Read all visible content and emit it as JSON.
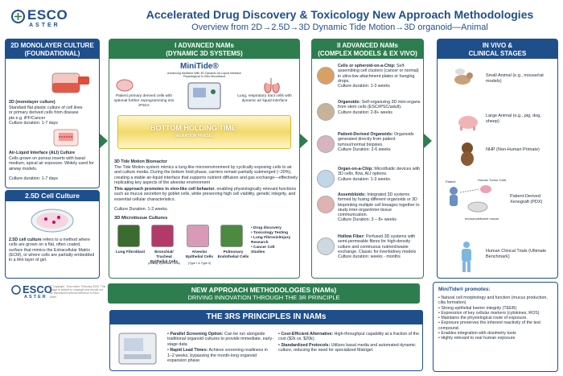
{
  "brand": {
    "name": "ESCO",
    "sub": "ASTER",
    "color": "#1f4f8b",
    "accent": "#2e7d4f"
  },
  "header": {
    "title": "Accelerated Drug Discovery & Toxicology New Approach Methodologies",
    "subtitle": "Overview from 2D→2.5D→3D Dynamic Tide Motion→3D organoid—Animal"
  },
  "col1": {
    "title": "2D MONOLAYER CULTURE",
    "title2": "(FOUNDATIONAL)",
    "mono_title": "2D (monolayer culture)",
    "mono_text": "Standard flat plastic culture of cell lines or primary derived cells from disease pts e.g. iPF/Cancer",
    "mono_dur": "Culture duration: 1-7 days",
    "ali_title": "Air-Liquid Interface (ALI) Culture",
    "ali_text": "Cells grown on porous inserts with basal medium, apical air exposure. Widely used for airway models.",
    "ali_dur": "Culture duration: 1-7 days",
    "c25_title": "2.5D Cell Culture",
    "c25_bold": "2.5D cell culture",
    "c25_text": " refers to a method where cells are grown on a flat, often coated, surface that mimics the Extracellular Matrix (ECM), or where cells are partially embedded in a thin layer of gel."
  },
  "col2": {
    "title": "I ADVANCED NAMs",
    "title2": "(DYNAMIC 3D SYSTEMS)",
    "minitide": "MiniTide®",
    "minitide_sub": "Advancing Medicine With 3D Dynamic Air-Liquid Interface Physiological In-Vitro Microtissue",
    "left_cap": "Patient primary derived cells with optional further reprogramming into iPSCs",
    "right_cap": "Lung, respiratory tract cells with dynamic air liquid interface",
    "band_t1": "BOTTOM HOLDING TIME",
    "band_t2": "(AERATION PHASE)",
    "tide_title": "3D Tide Motion Bioreactor",
    "tide_text": "The Tide Motion system mimics a lung-like microenvironment by cyclically exposing cells to air and culture media. During the bottom hold phase, carriers remain partially submerged (~20%), creating a stable air-liquid interface that supports nutrient diffusion and gas exchange—effectively replicating key aspects of the alveolar environment",
    "promo_bold": "This approach promotes in vivo-like cell behavior",
    "promo_text": ", enabling physiologically relevant functions such as mucus secretion by goblet cells, while preserving high cell viability, genetic integrity, and essential cellular characteristics.",
    "promo_dur": "Culture Duration: 1-2 weeks.",
    "micro_title": "3D Microtissue Cultures",
    "micros": [
      {
        "label": "Lung Fibroblast",
        "color": "#3b6b2f"
      },
      {
        "label": "Bronchial/ Tracheal Epithelial Cells",
        "sub": "(Airway Epithelial Cells)",
        "color": "#b23a6b"
      },
      {
        "label": "Alveolar Epithelial Cells",
        "sub": "(Type I & Type II)",
        "color": "#d99ab8"
      },
      {
        "label": "Pulmonary Endothelial Cells",
        "color": "#4b8a3f"
      }
    ],
    "uses": [
      "Drug discovery",
      "Toxicology Testing",
      "Lung Fibrosis/Injury Research",
      "Cancer Cell",
      "Studies"
    ]
  },
  "col3": {
    "title": "II ADVANCED NAMs",
    "title2": "(COMPLEX MODELS & EX VIVO)",
    "items": [
      {
        "title": "Cells or spheroid-on-a-Chip:",
        "text": "Self-assembling cell clusters (cancer or normal) in ultra-low attachment plates or hanging drops.",
        "dur": "Culture duration: 1-3 weeks"
      },
      {
        "title": "Organoids:",
        "text": "Self-organizing 3D mini-organs from stem cells (ESC/iPSC/adult).",
        "dur": "Culture duration: 2-8+ weeks"
      },
      {
        "title": "Patient-Derived Organoids:",
        "text": "Organoids generated directly from patient tumour/normal biopsies.",
        "dur": "Culture Duration: 2-6 weeks"
      },
      {
        "title": "Organ-on-a-Chip:",
        "text": "Microfluidic devices with 3D cells, flow, ALI options.",
        "dur": "Culture duration: 1-3 weeks."
      },
      {
        "title": "Assembloids:",
        "text": "Integrated 3D systems formed by fusing different organoids or 3D bioprinting multiple cell lineages together to study inter-organ/inter-tissue communication.",
        "dur": "Culture Duration: 3 – 8+ weeks"
      },
      {
        "title": "Hollow Fiber:",
        "text": "Perfused 3D systems with semi-permeable fibres for high-density culture and continuous nutrient/waste exchange. Classic for liver/kidney models",
        "dur": "Culture duration: weeks - months"
      }
    ]
  },
  "col4": {
    "title": "IN VIVO &",
    "title2": "CLINICAL STAGES",
    "items": [
      {
        "label": "Small Animal (e.g., mouse/rat models)"
      },
      {
        "label": "Large Animal (e.g., pig, dog, sheep)"
      },
      {
        "label": "NHP (Non-Human Primate)"
      },
      {
        "label": "Patient-Derived Xenograft (PDX)"
      },
      {
        "label": "Human Clinical Trials (Ultimate Benchmark)"
      }
    ],
    "pdx_patient": "Patient",
    "pdx_tumour": "Human Tumor Cells",
    "pdx_mouse": "Immunodeficient mouse"
  },
  "footer": {
    "copyright": "© Copyright · Esco Aster, February 2026. This image is subject to copyright and should not be reproduced without reference to Esco Aster.",
    "banner1": "NEW APPROACH METHODOLOGIES (NAMs)",
    "banner2": "DRIVING INNOVATION THROUGH THE 3R PRINCIPLE",
    "r3_title": "THE 3RS PRINCIPLES IN NAMs",
    "r3_left": [
      {
        "bold": "Parallel Screening Option:",
        "text": " Can be run alongside traditional organoid cultures to provide immediate, early-stage data"
      },
      {
        "bold": "Rapid Lead Times:",
        "text": " Achieve screening readiness in 1–2 weeks, bypassing the month-long organoid expansion phase."
      }
    ],
    "r3_right": [
      {
        "bold": "Cost-Efficient Alternative:",
        "text": " High-throughput capability at a fraction of the cost ($2k vs. $20k)."
      },
      {
        "bold": "Standardized Protocols:",
        "text": " Utilizes basal media and automated dynamic culture, reducing the need for specialized Matrigel."
      }
    ],
    "promotes_title": "MiniTide® promotes:",
    "promotes": [
      "Natural cell morphology and function (mucus production, cilia formation)",
      "Strong epithelial barrier integrity (TEER)",
      "Expression of key cellular markers (cytokines, ROS)",
      "Maintains the physiological route of exposure.",
      "Exposure preserves the inherent reactivity of the test compound.",
      "Enables integration with dosimetry tools",
      "Highly relevant to real human exposure"
    ]
  }
}
